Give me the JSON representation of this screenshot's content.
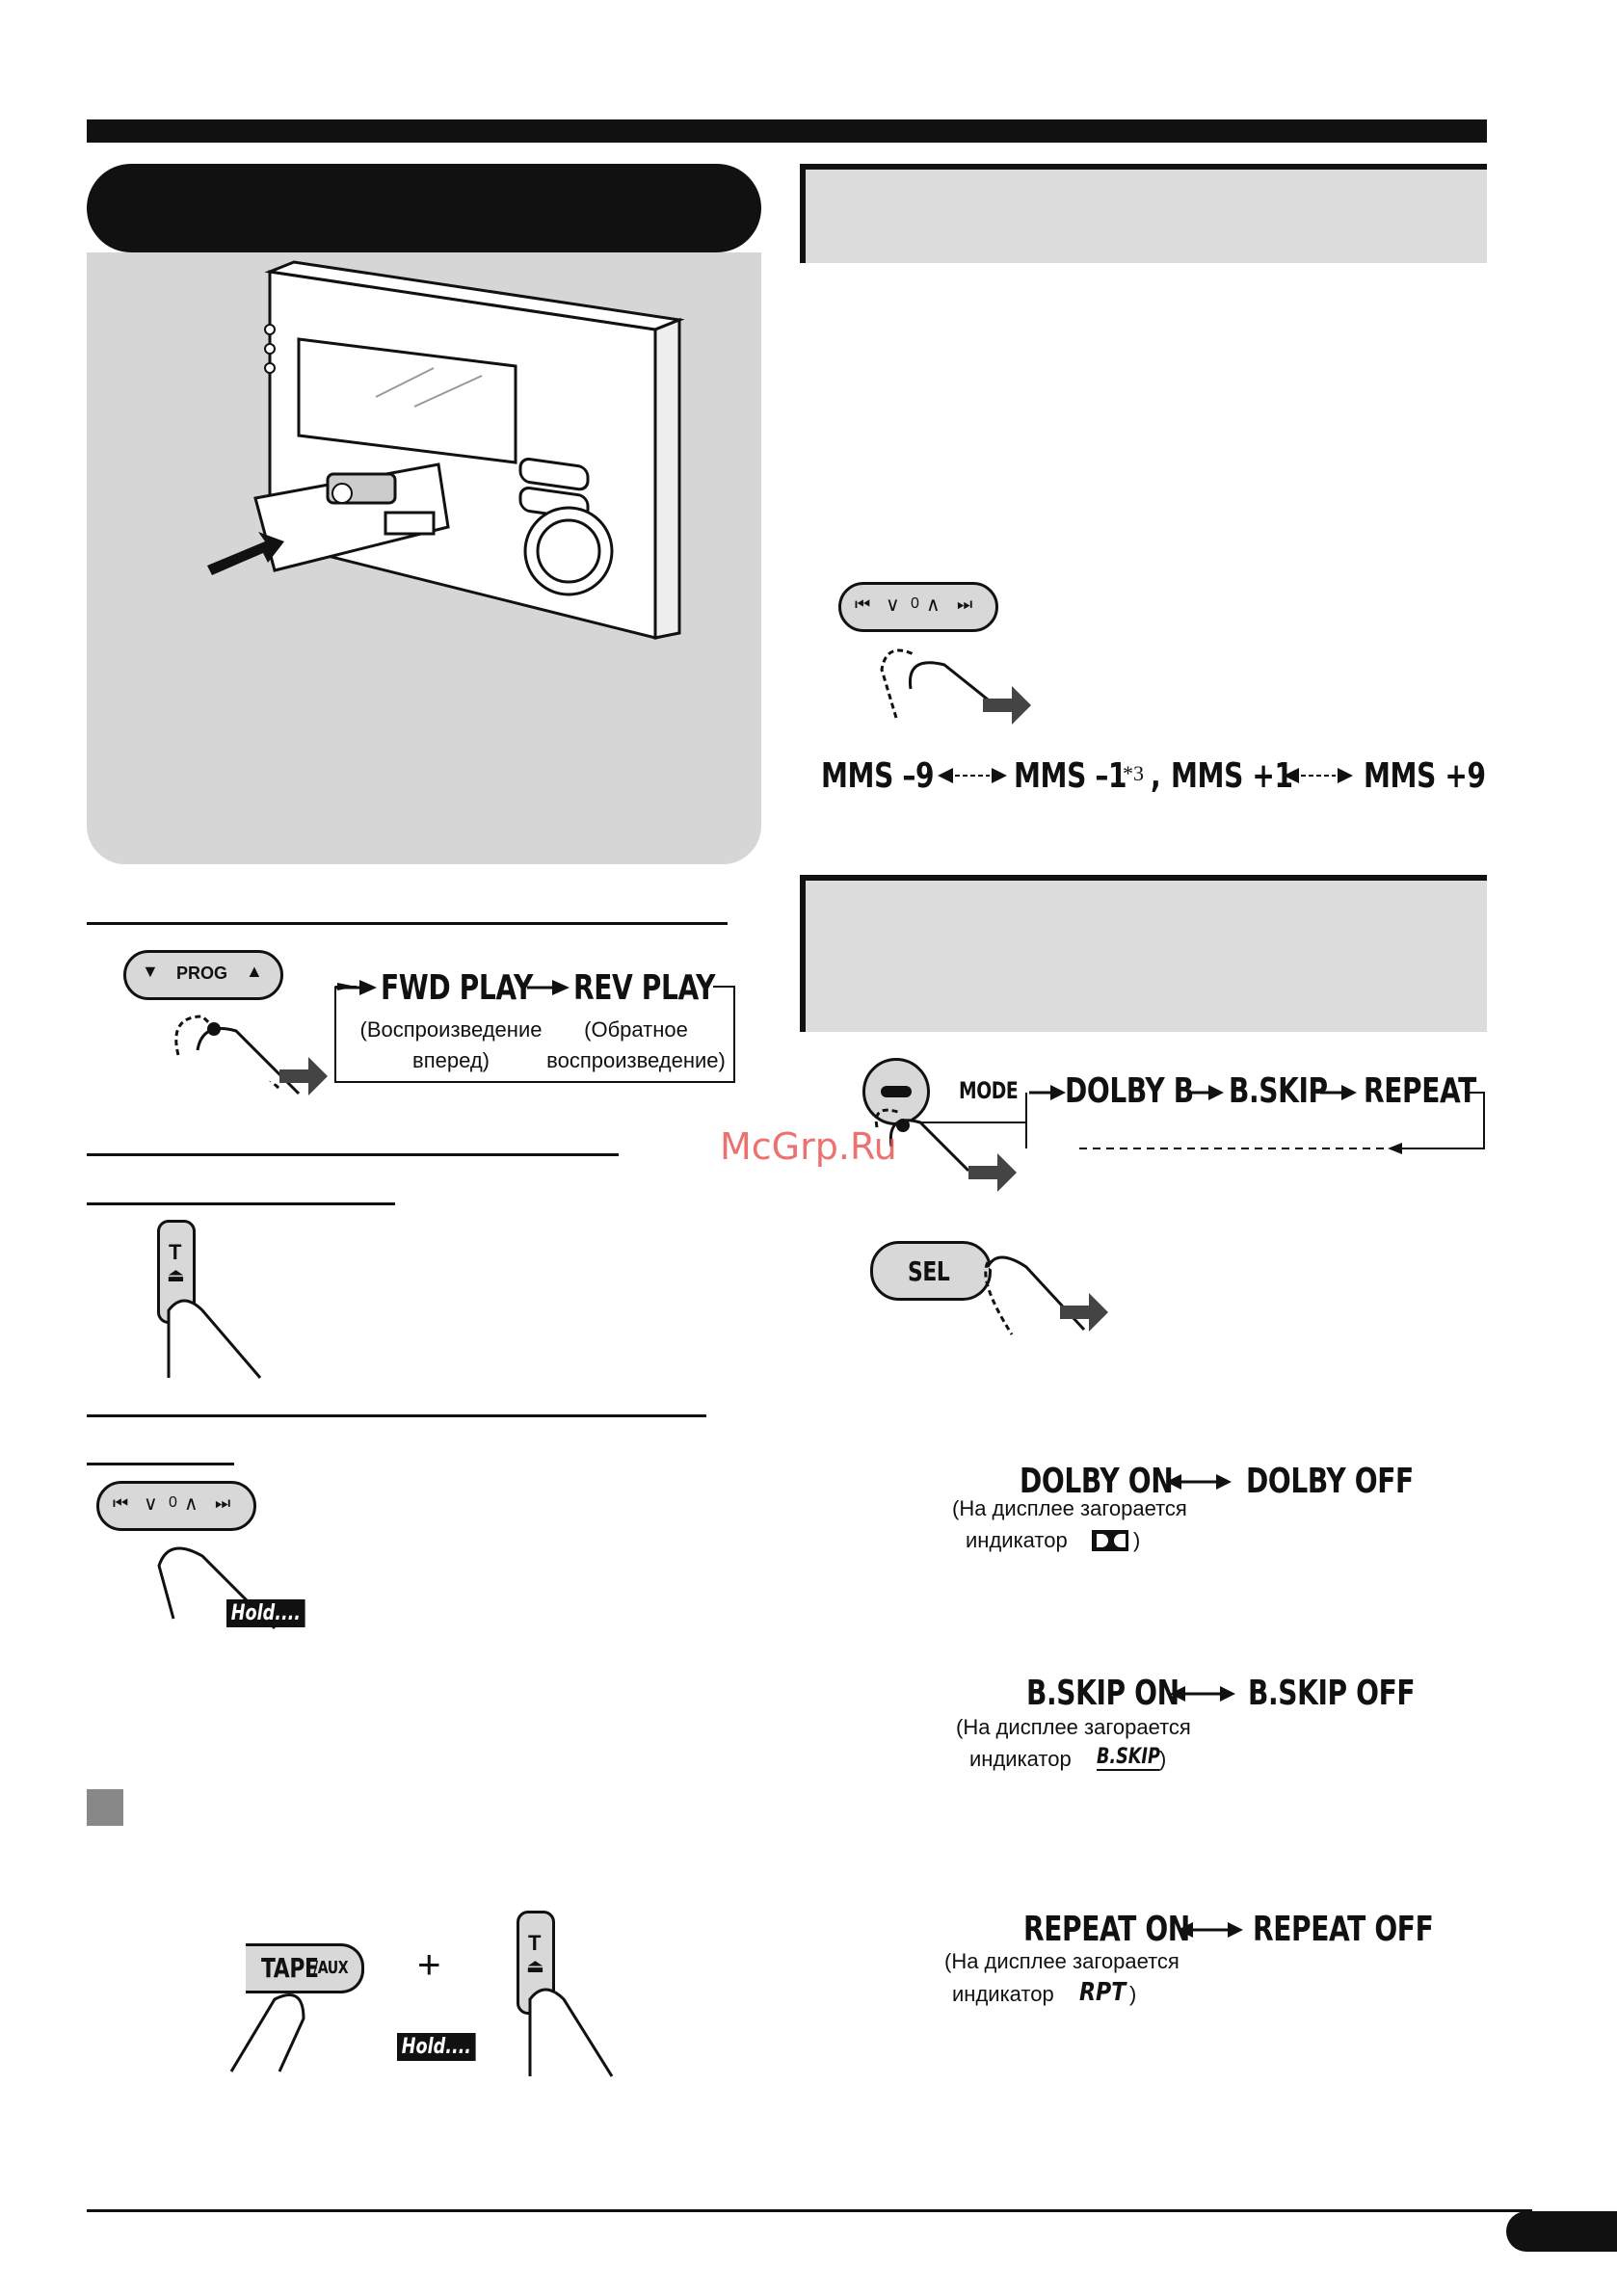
{
  "tape_mode": {
    "flow": [
      "FWD PLAY",
      "REV PLAY"
    ],
    "flow_notes": [
      "(Воспроизведение\nвперед)",
      "(Обратное\nвоспроизведение)"
    ],
    "button_label": "PROG"
  },
  "eject_button_label": "T",
  "hold_label": "Hold....",
  "mms": {
    "items": [
      "MMS –9",
      "MMS –1",
      "*3",
      ",",
      "MMS +1",
      "MMS +9"
    ],
    "button_center": "0"
  },
  "mode_menu": {
    "button_label": "MODE",
    "items": [
      "DOLBY B",
      "B.SKIP",
      "REPEAT"
    ]
  },
  "sel_button_label": "SEL",
  "dolby": {
    "on": "DOLBY ON",
    "off": "DOLBY OFF",
    "note_1": "(На дисплее загорается",
    "note_2": "индикатор",
    "indicator": "DD",
    "note_end": ")"
  },
  "bskip": {
    "on": "B.SKIP ON",
    "off": "B.SKIP OFF",
    "note_1": "(На дисплее загорается",
    "note_2": "индикатор",
    "indicator": "B.SKIP",
    "note_end": ")"
  },
  "repeat": {
    "on": "REPEAT ON",
    "off": "REPEAT OFF",
    "note_1": "(На дисплее загорается",
    "note_2": "индикатор",
    "indicator": "RPT",
    "note_end": ")"
  },
  "tape_aux": {
    "label_main": "TAPE",
    "label_sub": "/AUX",
    "plus": "+"
  },
  "watermark": "McGrp.Ru"
}
